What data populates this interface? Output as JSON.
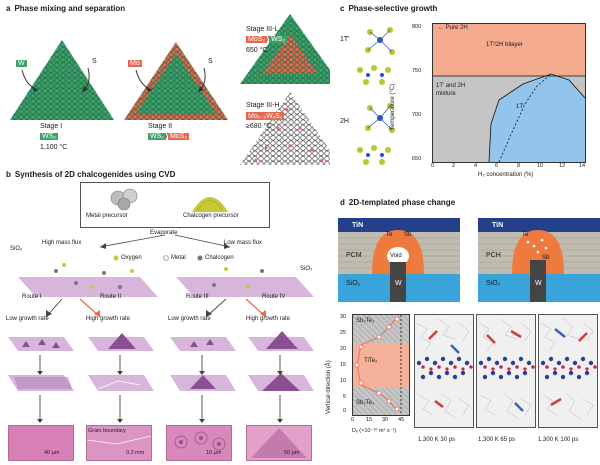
{
  "panel_a": {
    "letter": "a",
    "title": "Phase mixing and separation",
    "w_source": "W",
    "mo_source": "Mo",
    "s_source_1": "S",
    "s_source_2": "S",
    "stage1": {
      "label": "Stage I",
      "compound": "WS₂",
      "temp": "1,100 °C"
    },
    "stage2": {
      "label": "Stage II",
      "compound_a": "WS₂",
      "compound_b": "MoS₂"
    },
    "stage3l": {
      "label": "Stage III-L",
      "compound_a": "MoS₂",
      "compound_b": "WS₂",
      "temp": "650 °C"
    },
    "stage3h": {
      "label": "Stage III-H",
      "compound": "Mo₁₋ₓWₓS₂",
      "temp": "≥680 °C"
    }
  },
  "panel_b": {
    "letter": "b",
    "title": "Synthesis of 2D chalcogenides using CVD",
    "metal_precursor": "Metal precursor",
    "chalcogen_precursor": "Chalcogen precursor",
    "evaporate": "Evaporate",
    "high_mass_flux": "High mass flux",
    "low_mass_flux": "Low mass flux",
    "sio2_left": "SiO₂",
    "sio2_right": "SiO₂",
    "legend_oxygen": "Oxygen",
    "legend_metal": "Metal",
    "legend_chalcogen": "Chalcogen",
    "routes": [
      "Route I",
      "Route II",
      "Route III",
      "Route IV"
    ],
    "rates": [
      "Low growth rate",
      "High growth rate",
      "Low growth rate",
      "High growth rate"
    ],
    "scale_bars": [
      "40 μm",
      "0.2 mm",
      "10 μm",
      "50 μm"
    ],
    "grain_boundary": "Grain boundary",
    "colors": {
      "substrate": "#d8b6dc",
      "crystal": "#8a4f92",
      "micro_bg": "#dc8fbd"
    }
  },
  "panel_c": {
    "letter": "c",
    "title": "Phase-selective growth",
    "phase_1t_top": "1T′",
    "phase_2h": "2H",
    "region_pure2h": "← Pure 2H",
    "region_bilayer": "1T′/2H bilayer",
    "region_mixture": "1T′ and 2H mixture",
    "region_1t": "1T′",
    "ylabel": "Temperature (°C)",
    "xlabel": "H₂ concentration (%)",
    "x_ticks": [
      "0",
      "2",
      "4",
      "6",
      "8",
      "10",
      "12",
      "14"
    ],
    "y_ticks": [
      "800",
      "750",
      "700",
      "650"
    ],
    "colors": {
      "pure_2h": "#f4ab8e",
      "mixture": "#c4c4c4",
      "t1": "#93c5ec"
    }
  },
  "panel_d": {
    "letter": "d",
    "title": "2D-templated phase change",
    "tin_1": "TiN",
    "tin_2": "TiN",
    "te_1": "Te",
    "sb_1": "Sb",
    "void": "Void",
    "pcm_1": "PCM",
    "pch_2": "PCH",
    "w_1": "W",
    "w_2": "W",
    "sio2_1": "SiO₂",
    "sio2_2": "SiO₂",
    "te_2": "Te",
    "sb_2": "Sb",
    "layers": [
      "Sb₂Te₃",
      "TiTe₂",
      "Sb₂Te₃"
    ],
    "ylabel": "Vertical direction (Å)",
    "y_ticks": [
      "30",
      "25",
      "20",
      "15",
      "10",
      "5",
      "0"
    ],
    "x_ticks": [
      "0",
      "15",
      "30",
      "45"
    ],
    "xlabel": "Dₓ (×10⁻¹⁰ m² s⁻¹)",
    "md_labels": [
      "1,300 K 30 ps",
      "1,300 K 65 ps",
      "1,300 K 100 ps"
    ]
  }
}
